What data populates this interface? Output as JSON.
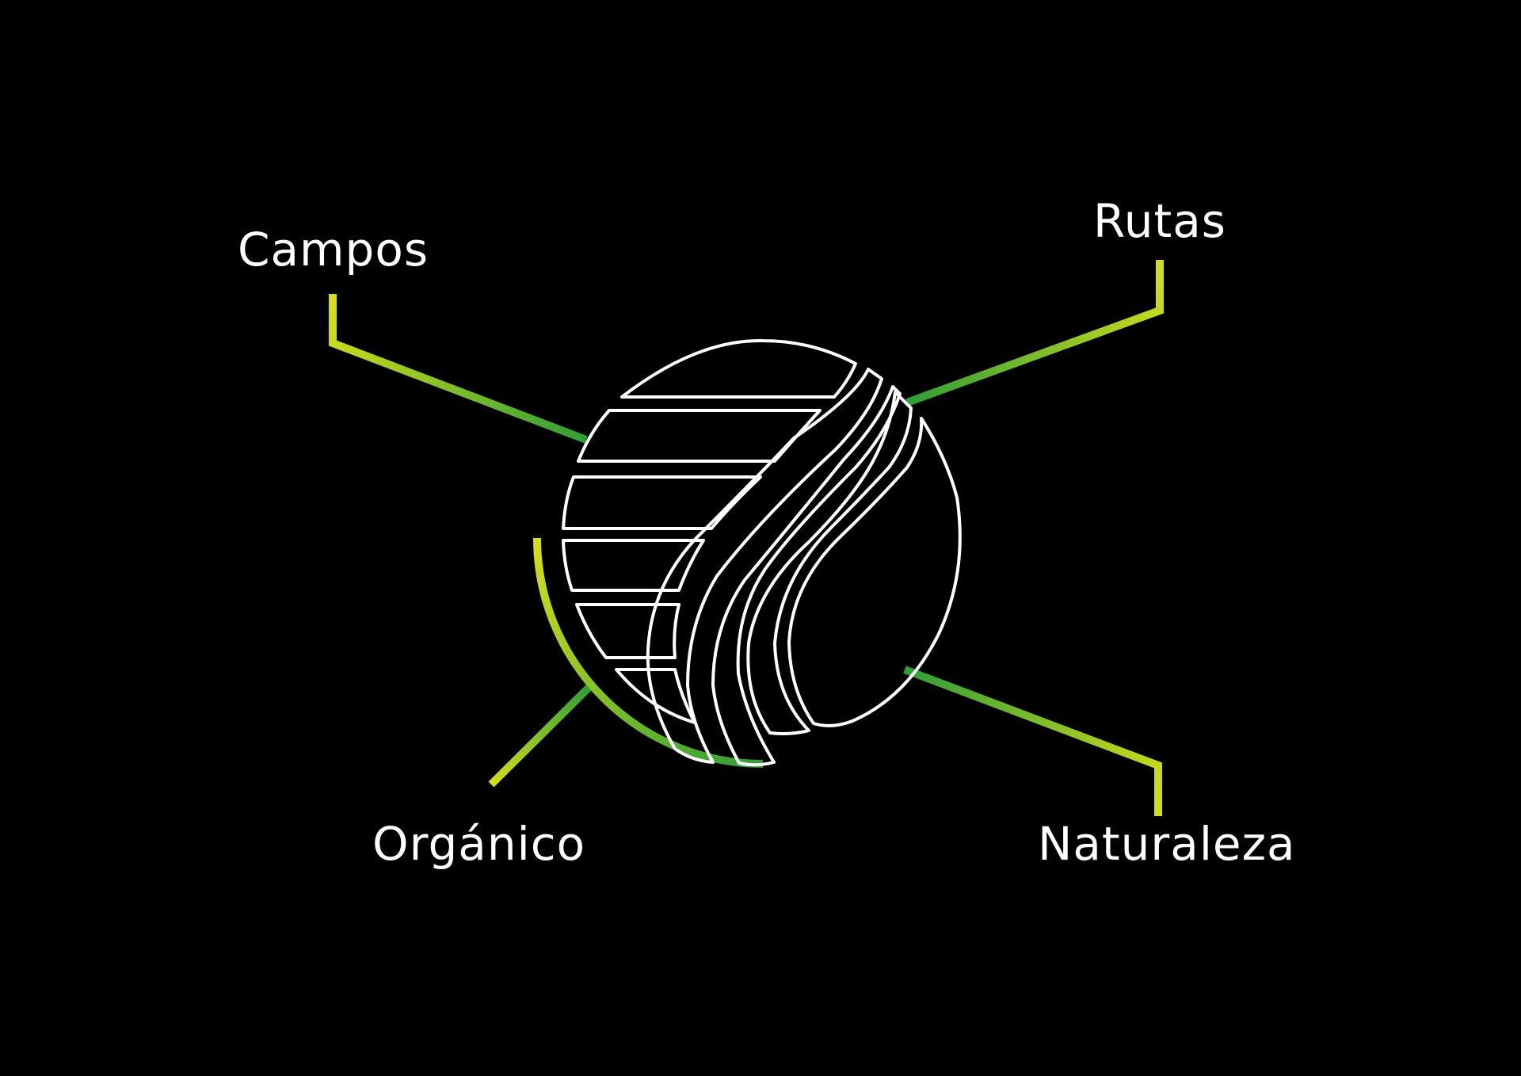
{
  "labels": {
    "campos": "Campos",
    "rutas": "Rutas",
    "organico": "Orgánico",
    "naturaleza": "Naturaleza"
  },
  "colors": {
    "background": "#000000",
    "outline": "#ffffff",
    "gradient_yellow": "#d4de1c",
    "gradient_green": "#2e9e36"
  },
  "icons": {
    "logo": "leaf-fields-globe-icon"
  }
}
